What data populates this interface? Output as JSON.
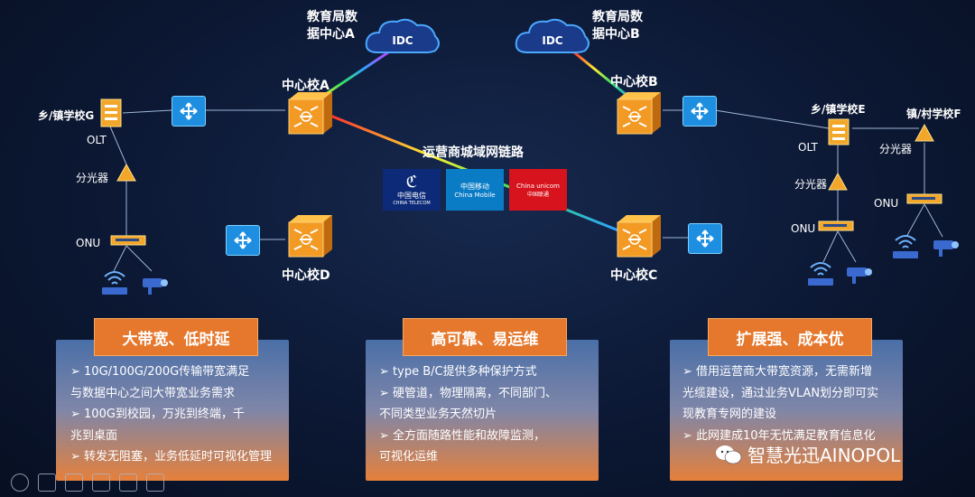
{
  "idc_a": {
    "cloud": "IDC",
    "label_1": "教育局数",
    "label_2": "据中心A"
  },
  "idc_b": {
    "cloud": "IDC",
    "label_1": "教育局数",
    "label_2": "据中心B"
  },
  "nodes": {
    "a": "中心校A",
    "b": "中心校B",
    "c": "中心校C",
    "d": "中心校D"
  },
  "carrier": {
    "title": "运营商城域网链路",
    "telecom_cn": "中国电信",
    "telecom_en": "CHINA TELECOM",
    "mobile_cn": "中国移动",
    "mobile_en": "China Mobile",
    "unicom_cn": "中国联通",
    "unicom_en": "China unicom"
  },
  "left_branch": {
    "school": "乡/镇学校G",
    "olt": "OLT",
    "splitter": "分光器",
    "onu": "ONU"
  },
  "right_branch": {
    "school_e": "乡/镇学校E",
    "school_f": "镇/村学校F",
    "olt": "OLT",
    "splitter_e": "分光器",
    "splitter_f": "分光器",
    "onu_e": "ONU",
    "onu_f": "ONU"
  },
  "cards": [
    {
      "title": "大带宽、低时延",
      "lines": [
        "➢  10G/100G/200G传输带宽满足",
        "与数据中心之间大带宽业务需求",
        "➢  100G到校园，万兆到终端，千",
        "兆到桌面",
        "➢  转发无阻塞，业务低延时可视化管理"
      ]
    },
    {
      "title": "高可靠、易运维",
      "lines": [
        "➢  type B/C提供多种保护方式",
        "➢  硬管道，物理隔离，不同部门、",
        "不同类型业务天然切片",
        "➢  全方面随路性能和故障监测，",
        "可视化运维"
      ]
    },
    {
      "title": "扩展强、成本优",
      "lines": [
        "➢  借用运营商大带宽资源，无需新增",
        "光缆建设，通过业务VLAN划分即可实",
        "现教育专网的建设",
        "➢  此网建成10年无忧满足教育信息化"
      ]
    }
  ],
  "watermark": "智慧光迅AINOPOL",
  "colors": {
    "accent": "#e5782c",
    "switch": "#1e8fe0",
    "router": "#f0a030"
  }
}
